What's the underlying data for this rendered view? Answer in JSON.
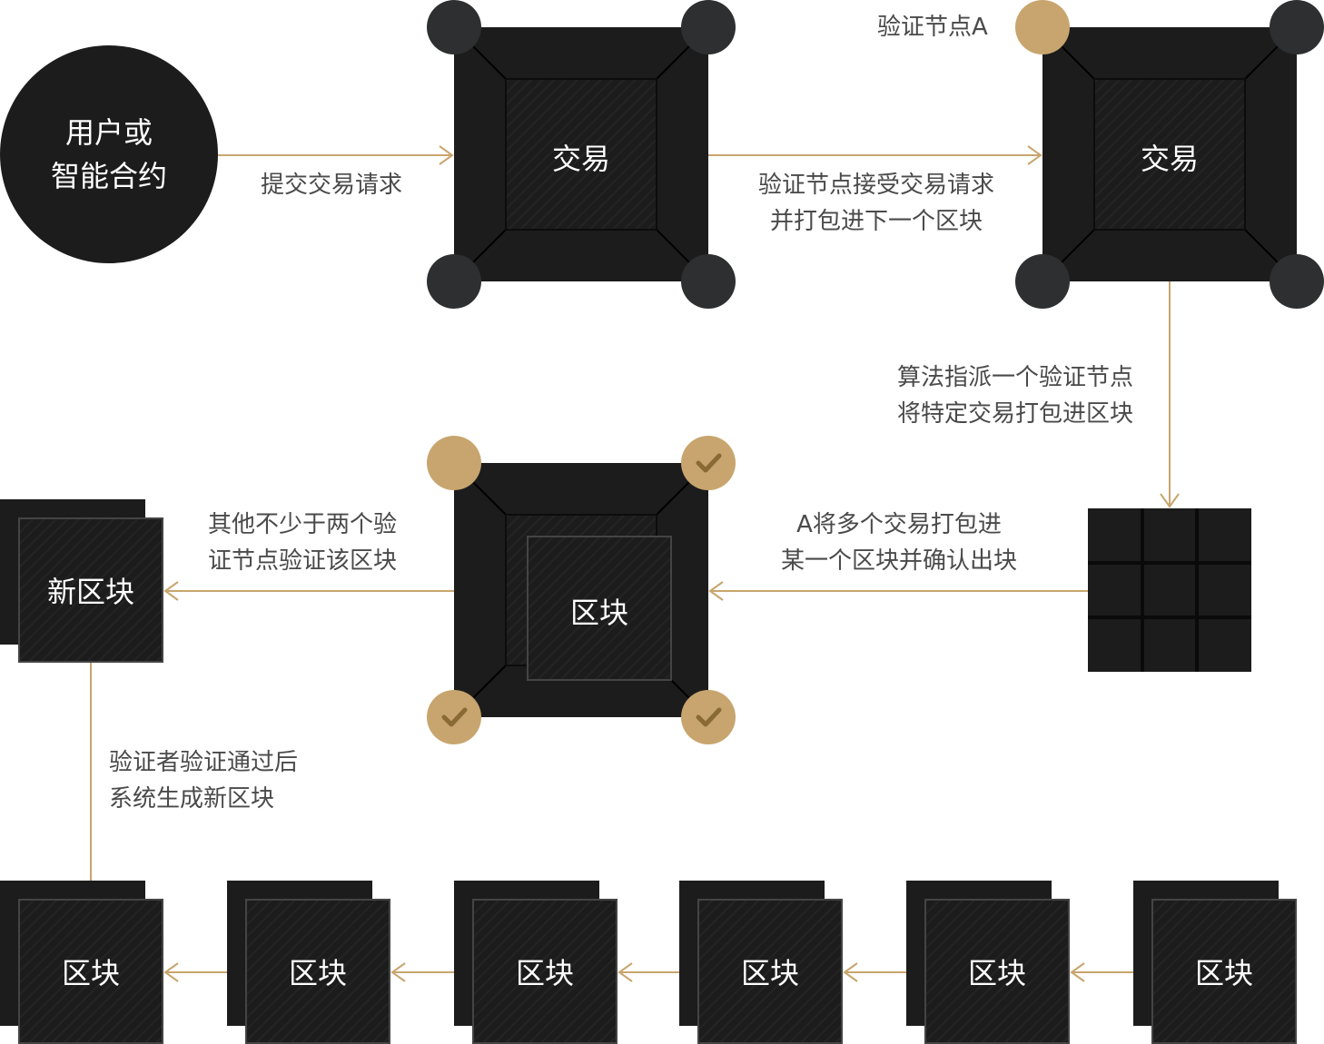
{
  "colors": {
    "accent": "#c8a56e",
    "node_dark": "#2d2f30",
    "block": "#1c1c1c"
  },
  "nodes": {
    "user": "用户或\n智能合约",
    "tx1": "交易",
    "tx2": "交易",
    "validator_label": "验证节点A",
    "block_main": "区块",
    "new_block": "新区块"
  },
  "steps": {
    "submit": "提交交易请求",
    "accept_1": "验证节点接受交易请求",
    "accept_2": "并打包进下一个区块",
    "assign_1": "算法指派一个验证节点",
    "assign_2": "将特定交易打包进区块",
    "pack_1": "A将多个交易打包进",
    "pack_2": "某一个区块并确认出块",
    "verify_1": "其他不少于两个验",
    "verify_2": "证节点验证该区块",
    "generate_1": "验证者验证通过后",
    "generate_2": "系统生成新区块"
  },
  "chain": [
    "区块",
    "区块",
    "区块",
    "区块",
    "区块",
    "区块"
  ],
  "icons": {
    "checkmark": "check-icon"
  }
}
